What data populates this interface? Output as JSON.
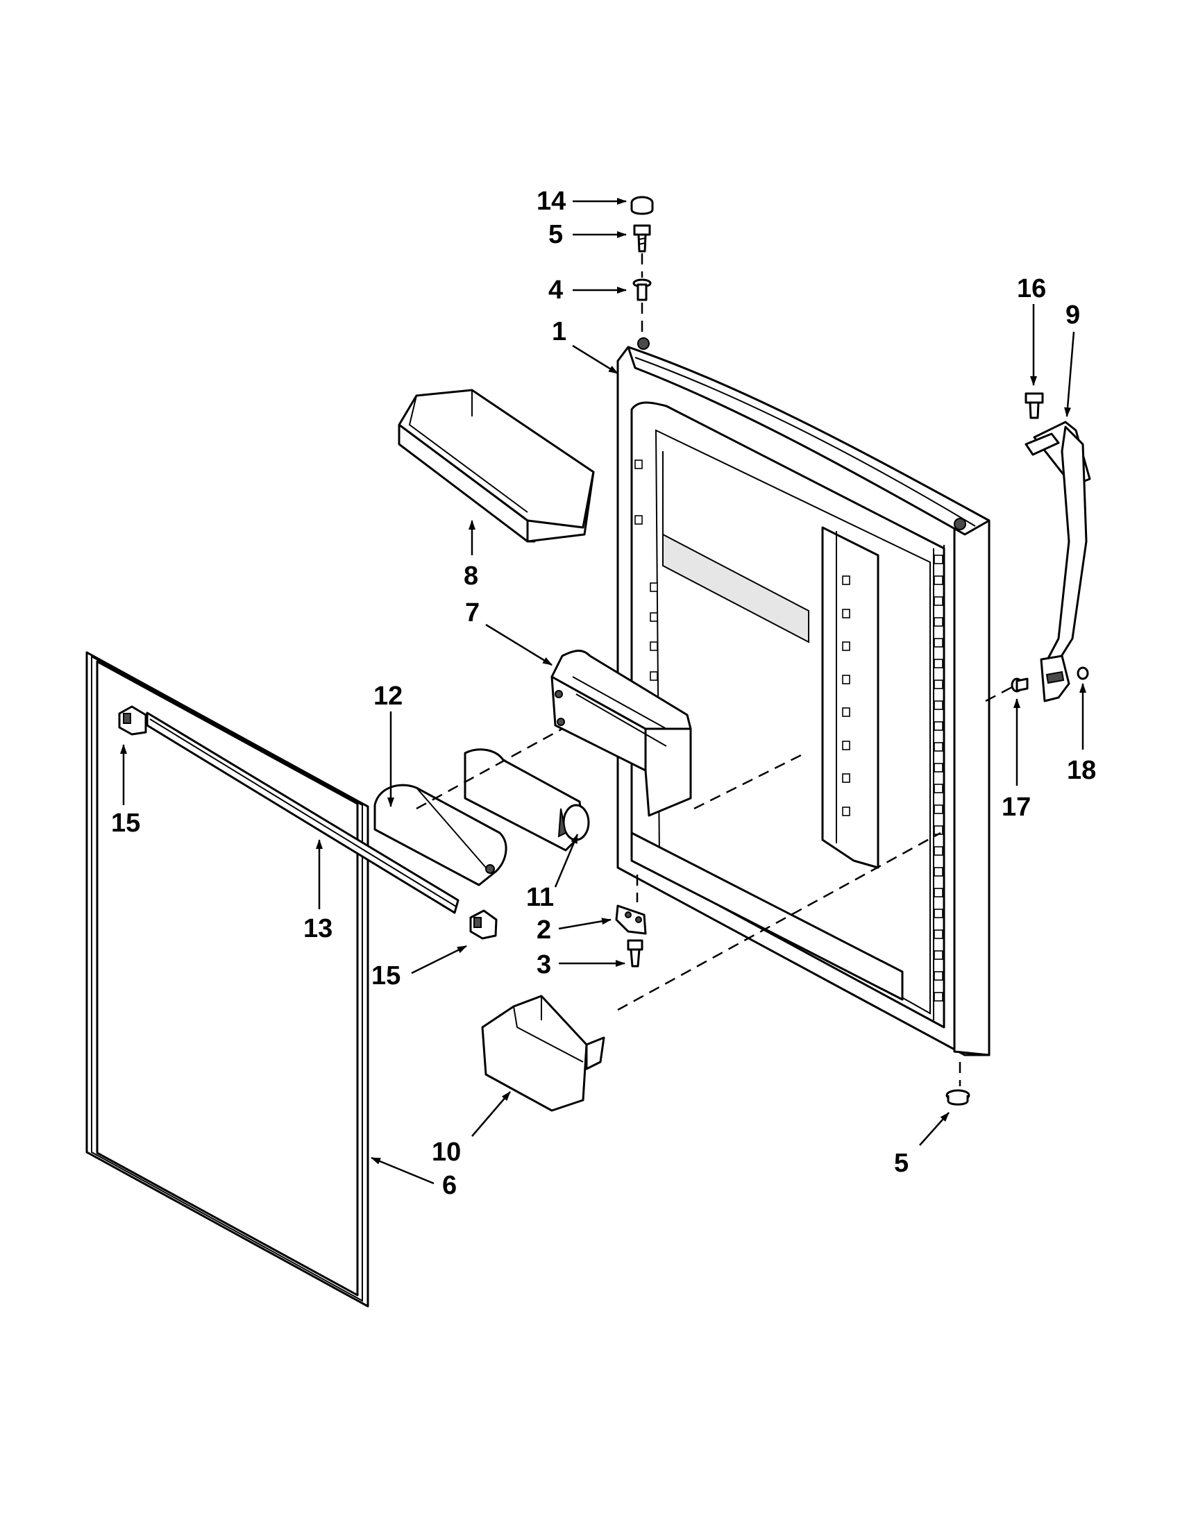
{
  "callouts": [
    {
      "id": "c14",
      "text": "14"
    },
    {
      "id": "c5a",
      "text": "5"
    },
    {
      "id": "c4",
      "text": "4"
    },
    {
      "id": "c1",
      "text": "1"
    },
    {
      "id": "c16",
      "text": "16"
    },
    {
      "id": "c9",
      "text": "9"
    },
    {
      "id": "c8",
      "text": "8"
    },
    {
      "id": "c7",
      "text": "7"
    },
    {
      "id": "c12",
      "text": "12"
    },
    {
      "id": "c15a",
      "text": "15"
    },
    {
      "id": "c11",
      "text": "11"
    },
    {
      "id": "c13",
      "text": "13"
    },
    {
      "id": "c2",
      "text": "2"
    },
    {
      "id": "c3",
      "text": "3"
    },
    {
      "id": "c15b",
      "text": "15"
    },
    {
      "id": "c17",
      "text": "17"
    },
    {
      "id": "c18",
      "text": "18"
    },
    {
      "id": "c10",
      "text": "10"
    },
    {
      "id": "c5b",
      "text": "5"
    },
    {
      "id": "c6",
      "text": "6"
    }
  ]
}
